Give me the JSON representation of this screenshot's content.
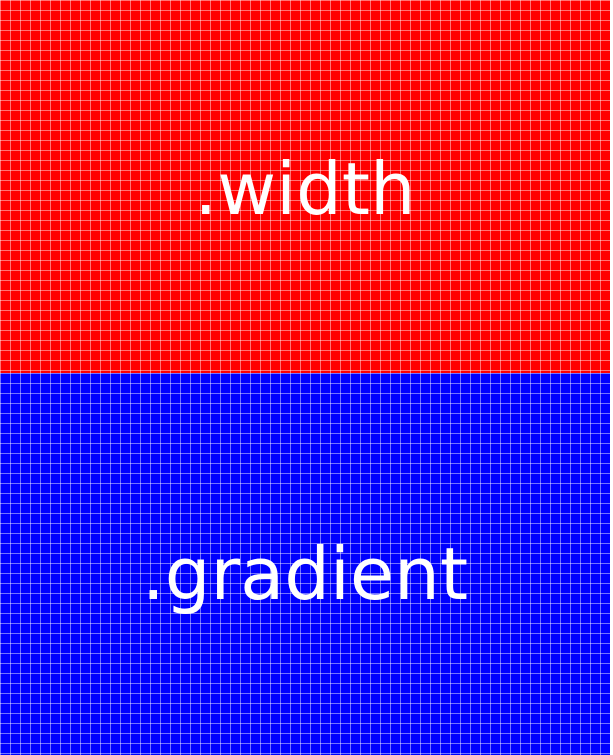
{
  "panels": [
    {
      "id": "width",
      "label": ".width",
      "color": "#ff0000",
      "grid_color": "rgba(255,255,255,0.45)"
    },
    {
      "id": "gradient",
      "label": ".gradient",
      "color": "#0000ff",
      "grid_color": "rgba(255,255,255,0.45)"
    }
  ]
}
